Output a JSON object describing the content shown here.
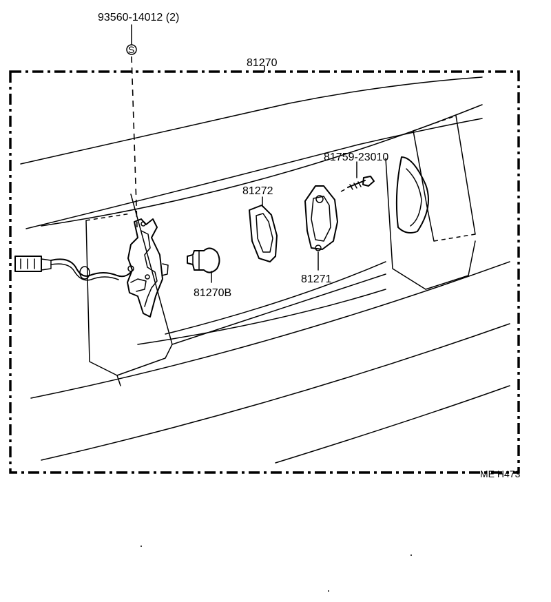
{
  "diagram": {
    "labels": {
      "bolt": "93560-14012 (2)",
      "bolt_symbol": "S",
      "assembly": "81270",
      "screw": "81759-23010",
      "gasket": "81272",
      "bulb": "81270B",
      "lens": "81271",
      "figure_code": "ME H473"
    }
  }
}
